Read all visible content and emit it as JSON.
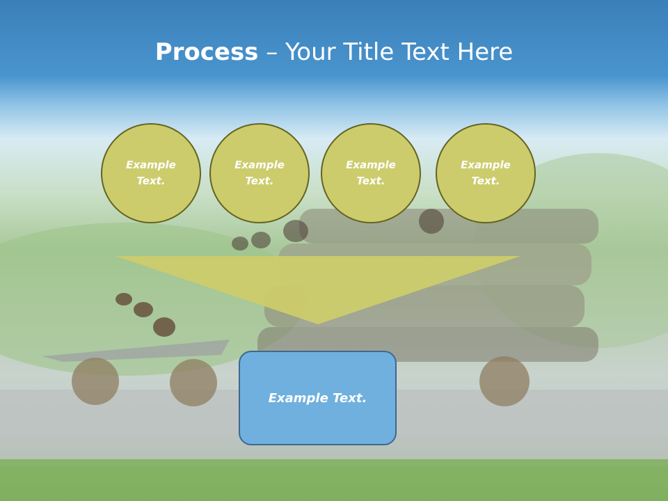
{
  "slide": {
    "title_bold": "Process",
    "title_rest": " – Your Title Text Here",
    "circles": [
      "Example Text.",
      "Example Text.",
      "Example Text.",
      "Example Text."
    ],
    "box_text": "Example Text."
  },
  "colors": {
    "circle_fill": "#cccc6c",
    "circle_border": "#636322",
    "arrow_fill": "#cccc6c",
    "box_fill": "#6fb0de",
    "box_border": "#3f6790",
    "header_blue": "#3a7fb8"
  }
}
